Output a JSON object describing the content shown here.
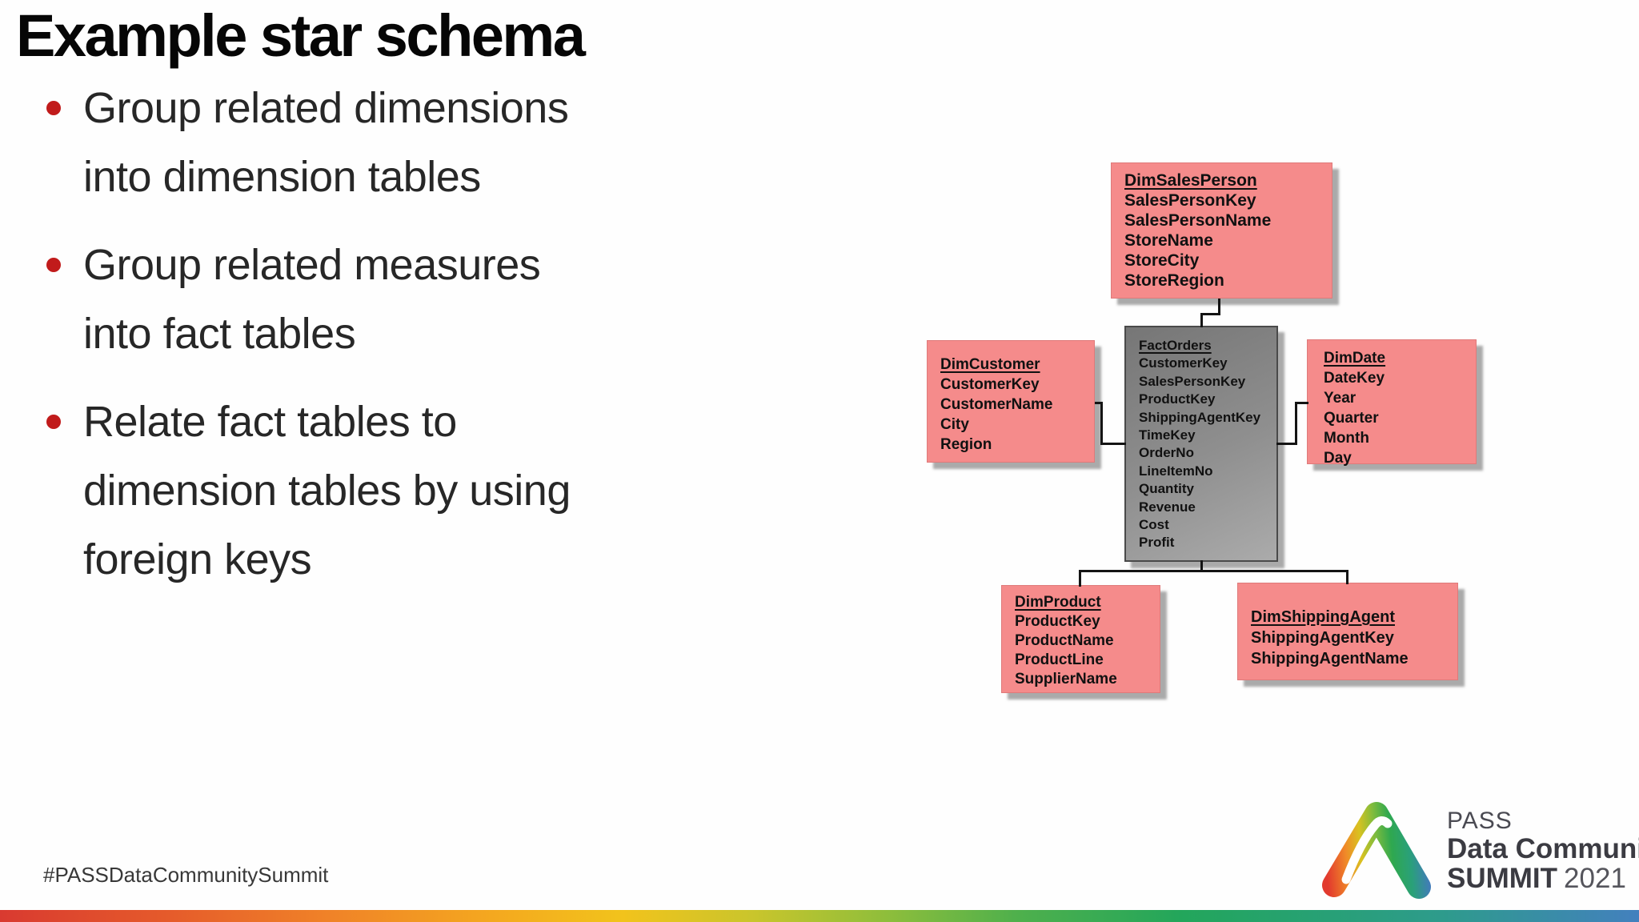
{
  "slide": {
    "title": "Example star schema",
    "bullets": [
      {
        "text": "Group related dimensions\ninto dimension tables"
      },
      {
        "text": "Group related measures\ninto fact tables"
      },
      {
        "text": "Relate fact tables to\ndimension tables by using\nforeign keys"
      }
    ],
    "hashtag": "#PASSDataCommunitySummit"
  },
  "diagram": {
    "entities": [
      {
        "key": "sales",
        "name": "DimSalesPerson",
        "kind": "dimension",
        "fields": [
          {
            "label": "SalesPersonKey",
            "bold": true
          },
          {
            "label": "SalesPersonName",
            "bold": true
          },
          {
            "label": "StoreName",
            "bold": true
          },
          {
            "label": "StoreCity",
            "bold": false
          },
          {
            "label": "StoreRegion",
            "bold": true
          }
        ]
      },
      {
        "key": "customer",
        "name": "DimCustomer",
        "kind": "dimension",
        "fields": [
          {
            "label": "CustomerKey",
            "bold": true
          },
          {
            "label": "CustomerName",
            "bold": true
          },
          {
            "label": "City",
            "bold": true
          },
          {
            "label": "Region",
            "bold": true
          }
        ]
      },
      {
        "key": "fact",
        "name": "FactOrders",
        "kind": "fact",
        "fields": [
          {
            "label": "CustomerKey",
            "bold": true
          },
          {
            "label": "SalesPersonKey",
            "bold": true
          },
          {
            "label": "ProductKey",
            "bold": true
          },
          {
            "label": "ShippingAgentKey",
            "bold": true
          },
          {
            "label": "TimeKey",
            "bold": true
          },
          {
            "label": "OrderNo",
            "bold": true
          },
          {
            "label": "LineItemNo",
            "bold": true
          },
          {
            "label": "Quantity",
            "bold": true
          },
          {
            "label": "Revenue",
            "bold": true
          },
          {
            "label": "Cost",
            "bold": true
          },
          {
            "label": "Profit",
            "bold": true
          }
        ]
      },
      {
        "key": "date",
        "name": "DimDate",
        "kind": "dimension",
        "fields": [
          {
            "label": "DateKey",
            "bold": true
          },
          {
            "label": "Year",
            "bold": true
          },
          {
            "label": "Quarter",
            "bold": true
          },
          {
            "label": "Month",
            "bold": true
          },
          {
            "label": "Day",
            "bold": true
          }
        ]
      },
      {
        "key": "product",
        "name": "DimProduct",
        "kind": "dimension",
        "fields": [
          {
            "label": "ProductKey",
            "bold": true
          },
          {
            "label": "ProductName",
            "bold": true
          },
          {
            "label": "ProductLine",
            "bold": true
          },
          {
            "label": "SupplierName",
            "bold": true
          }
        ]
      },
      {
        "key": "shipping",
        "name": "DimShippingAgent",
        "kind": "dimension",
        "fields": [
          {
            "label": "ShippingAgentKey",
            "bold": true
          },
          {
            "label": "ShippingAgentName",
            "bold": true
          }
        ]
      }
    ]
  },
  "logo": {
    "line1": "PASS",
    "line2": "Data Community",
    "line3_bold": "SUMMIT",
    "line3_year": "2021"
  },
  "colors": {
    "dimension_fill": "#f58b8b",
    "fact_border": "#4a4a4a",
    "bullet_dot": "#c11b1b",
    "bar_gradient_ends": [
      "#d93a30",
      "#4380be"
    ]
  }
}
